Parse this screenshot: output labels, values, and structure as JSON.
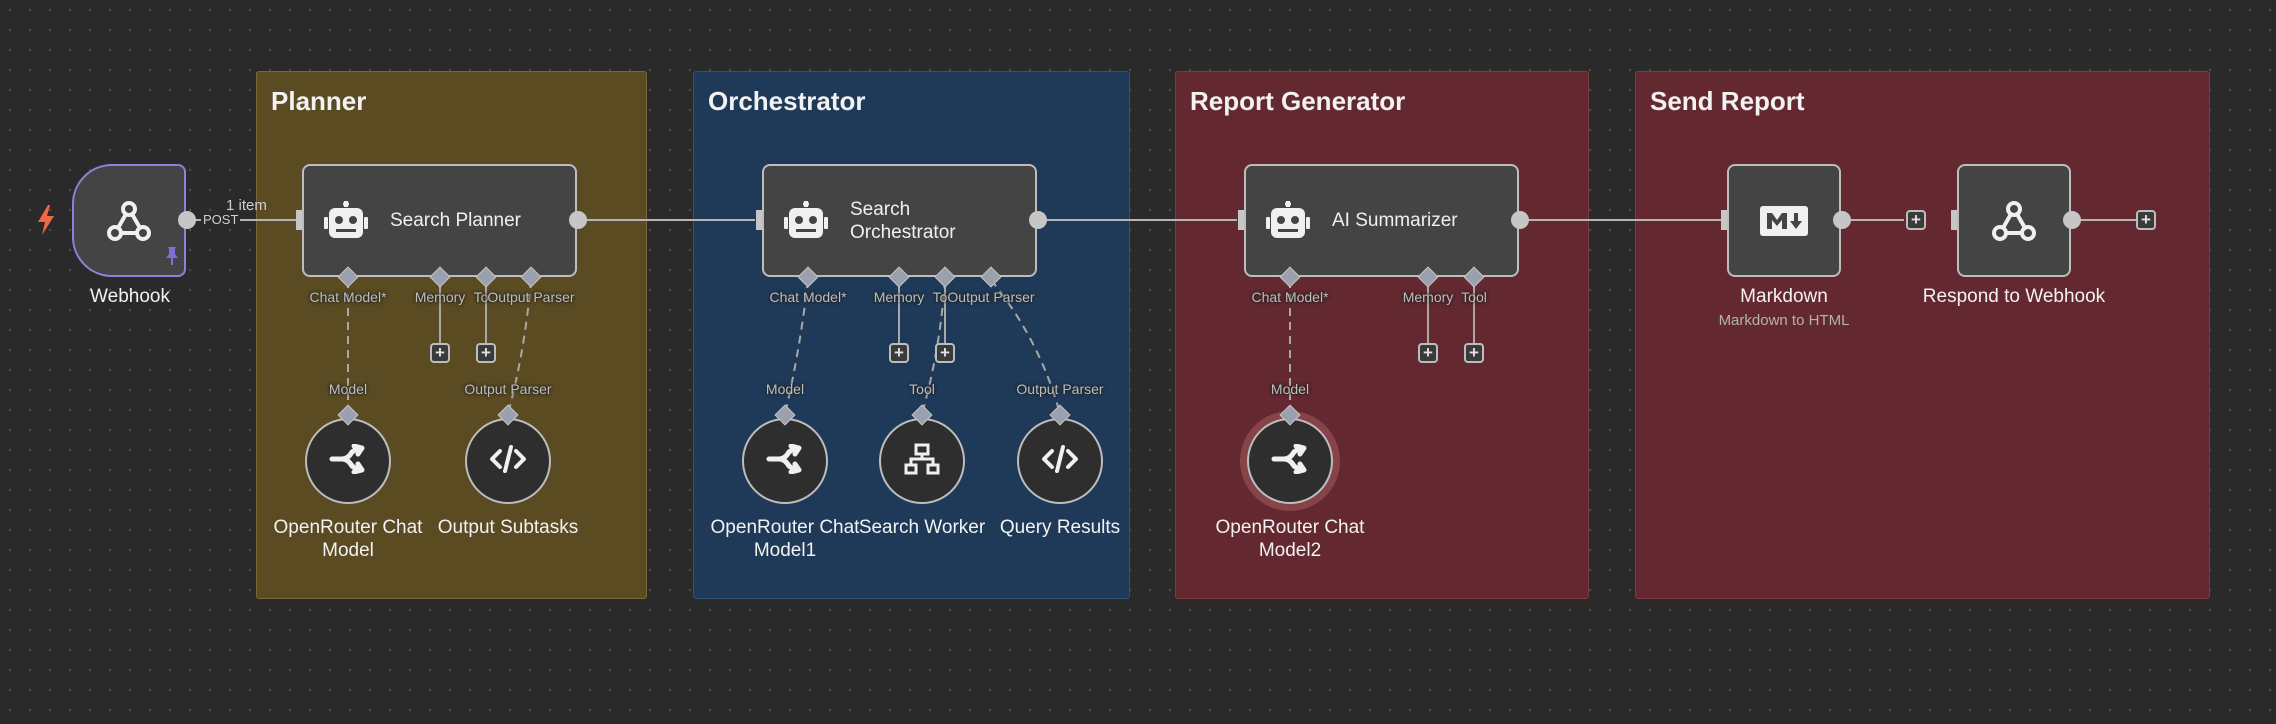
{
  "canvas": {
    "background": "#2a2a2a",
    "connection_color": "#b5b5b5",
    "edge_items_label": "1 item",
    "webhook_method": "POST"
  },
  "stickies": [
    {
      "title": "Planner",
      "color": "#5a4b22"
    },
    {
      "title": "Orchestrator",
      "color": "#1f3a58"
    },
    {
      "title": "Report Generator",
      "color": "#632830"
    },
    {
      "title": "Send Report",
      "color": "#632830"
    }
  ],
  "nodes": {
    "webhook": {
      "label": "Webhook",
      "icon": "webhook-icon"
    },
    "search_planner": {
      "label": "Search Planner",
      "icon": "robot-icon"
    },
    "search_orchestrator": {
      "label": "Search Orchestrator",
      "icon": "robot-icon"
    },
    "ai_summarizer": {
      "label": "AI Summarizer",
      "icon": "robot-icon"
    },
    "markdown": {
      "label": "Markdown",
      "subtitle": "Markdown to HTML",
      "icon": "markdown-icon"
    },
    "respond_to_webhook": {
      "label": "Respond to Webhook",
      "icon": "webhook-icon"
    },
    "openrouter_chat_model": {
      "label_line1": "OpenRouter Chat",
      "label_line2": "Model",
      "icon": "openrouter-icon"
    },
    "output_subtasks": {
      "label": "Output Subtasks",
      "icon": "code-icon"
    },
    "openrouter_chat_model1": {
      "label_line1": "OpenRouter Chat",
      "label_line2": "Model1",
      "icon": "openrouter-icon"
    },
    "search_worker": {
      "label": "Search Worker",
      "icon": "sitemap-icon"
    },
    "query_results": {
      "label": "Query Results",
      "icon": "code-icon"
    },
    "openrouter_chat_model2": {
      "label_line1": "OpenRouter Chat",
      "label_line2": "Model2",
      "icon": "openrouter-icon"
    }
  },
  "ports": {
    "chat_model": "Chat Model*",
    "memory": "Memory",
    "tool_short": "To",
    "tool": "Tool",
    "output_parser": "Output Parser",
    "model": "Model"
  },
  "plus_symbol": "+"
}
